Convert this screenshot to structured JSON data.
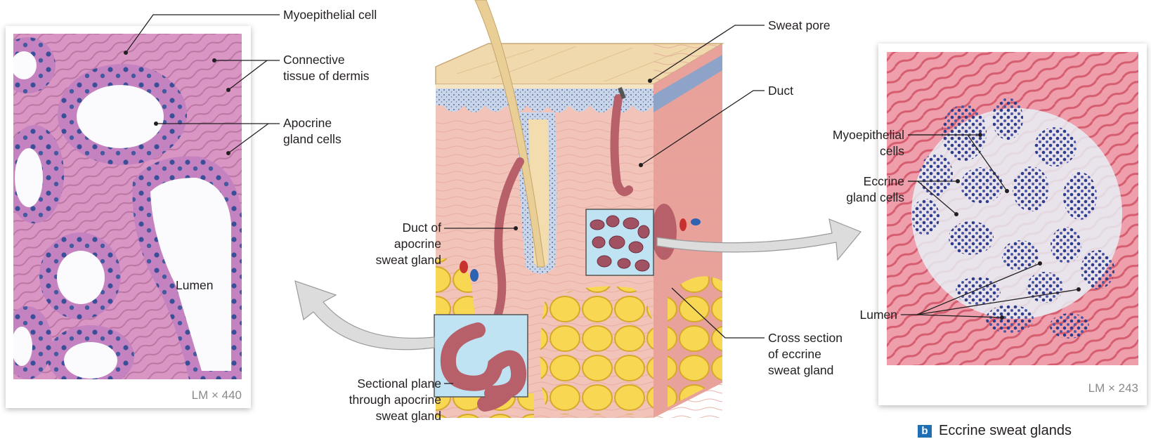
{
  "labels": {
    "myoepithelial_cell": "Myoepithelial cell",
    "connective_tissue": [
      "Connective",
      "tissue of dermis"
    ],
    "apocrine_gland_cells": [
      "Apocrine",
      "gland cells"
    ],
    "lumen_left": "Lumen",
    "duct_apocrine": [
      "Duct of",
      "apocrine",
      "sweat gland"
    ],
    "sectional_plane": [
      "Sectional plane",
      "through apocrine",
      "sweat gland"
    ],
    "sweat_pore": "Sweat pore",
    "duct": "Duct",
    "cross_section": [
      "Cross section",
      "of eccrine",
      "sweat gland"
    ],
    "myoepithelial_cells": [
      "Myoepithelial",
      "cells"
    ],
    "eccrine_gland_cells": [
      "Eccrine",
      "gland cells"
    ],
    "lumen_right": "Lumen"
  },
  "magnification": {
    "left": "LM × 440",
    "right": "LM × 243"
  },
  "caption": {
    "letter": "b",
    "text": "Eccrine sweat glands"
  },
  "colors": {
    "tissue_pink": "#e9a6b6",
    "nuclei_blue": "#3f4f9e",
    "fat_yellow": "#f6d24a",
    "dermis_pink": "#f2c4b9",
    "epidermis_tan": "#f1d9ae",
    "gland_duct": "#b8606a",
    "inset_blue": "#bfe3f2",
    "arrow_gray": "#d9d9d9",
    "badge_blue": "#1f6fb5"
  }
}
